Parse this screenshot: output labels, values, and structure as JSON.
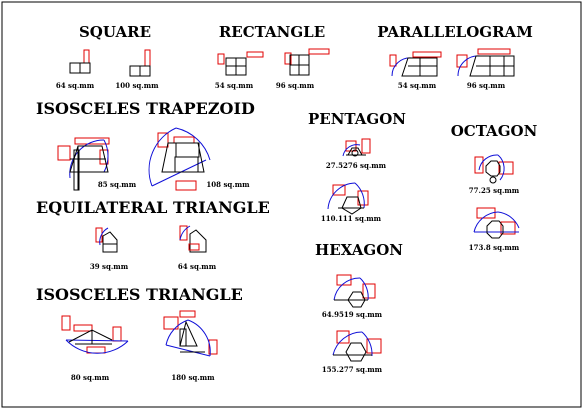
{
  "titles": {
    "square": "SQUARE",
    "rectangle": "RECTANGLE",
    "parallelogram": "PARALLELOGRAM",
    "isosceles_trapezoid": "ISOSCELES TRAPEZOID",
    "pentagon": "PENTAGON",
    "octagon": "OCTAGON",
    "equilateral_triangle": "EQUILATERAL TRIANGLE",
    "hexagon": "HEXAGON",
    "isosceles_triangle": "ISOSCELES TRIANGLE"
  },
  "areas": {
    "square_1": "64 sq.mm",
    "square_2": "100 sq.mm",
    "rectangle_1": "54 sq.mm",
    "rectangle_2": "96 sq.mm",
    "parallelogram_1": "54 sq.mm",
    "parallelogram_2": "96 sq.mm",
    "trapezoid_1": "85 sq.mm",
    "trapezoid_2": "108 sq.mm",
    "pentagon_1": "27.5276 sq.mm",
    "pentagon_2": "110.111 sq.mm",
    "octagon_1": "77.25 sq.mm",
    "octagon_2": "173.8 sq.mm",
    "equilateral_1": "39 sq.mm",
    "equilateral_2": "64 sq.mm",
    "hexagon_1": "64.9519 sq.mm",
    "hexagon_2": "155.277 sq.mm",
    "isosceles_1": "80 sq.mm",
    "isosceles_2": "180 sq.mm"
  },
  "colors": {
    "shape_outline": "#000000",
    "dimension_box": "#e00000",
    "construction_arc": "#1010d8"
  }
}
